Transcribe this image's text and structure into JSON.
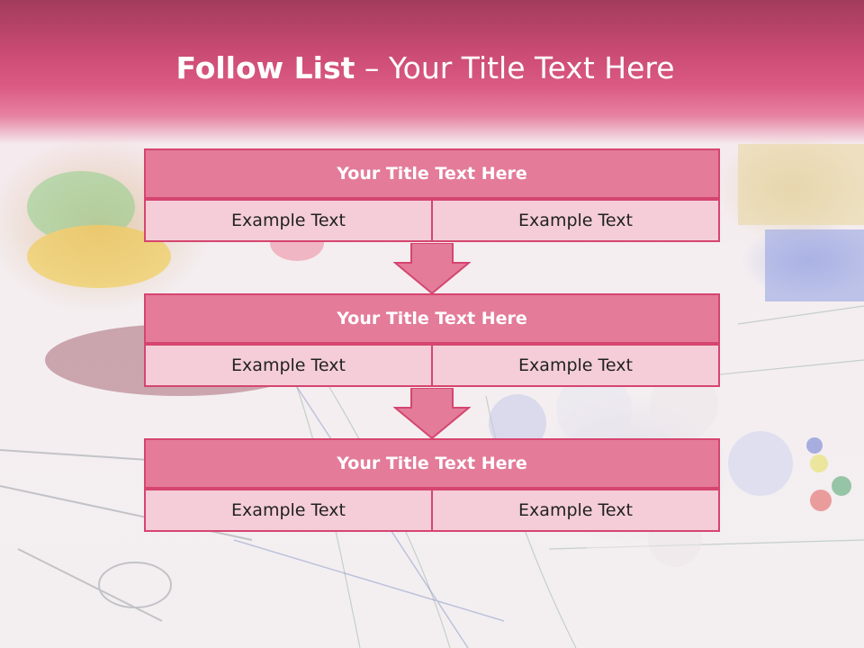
{
  "header": {
    "title_strong": "Follow List",
    "title_rest": " – Your Title Text Here"
  },
  "blocks": [
    {
      "title": "Your Title Text Here",
      "left": "Example Text",
      "right": "Example Text"
    },
    {
      "title": "Your Title Text Here",
      "left": "Example Text",
      "right": "Example Text"
    },
    {
      "title": "Your Title Text Here",
      "left": "Example Text",
      "right": "Example Text"
    }
  ],
  "colors": {
    "header": "#c94a72",
    "box_head": "#e37b99",
    "box_cell": "#f4cdd8",
    "border": "#d6456f"
  }
}
